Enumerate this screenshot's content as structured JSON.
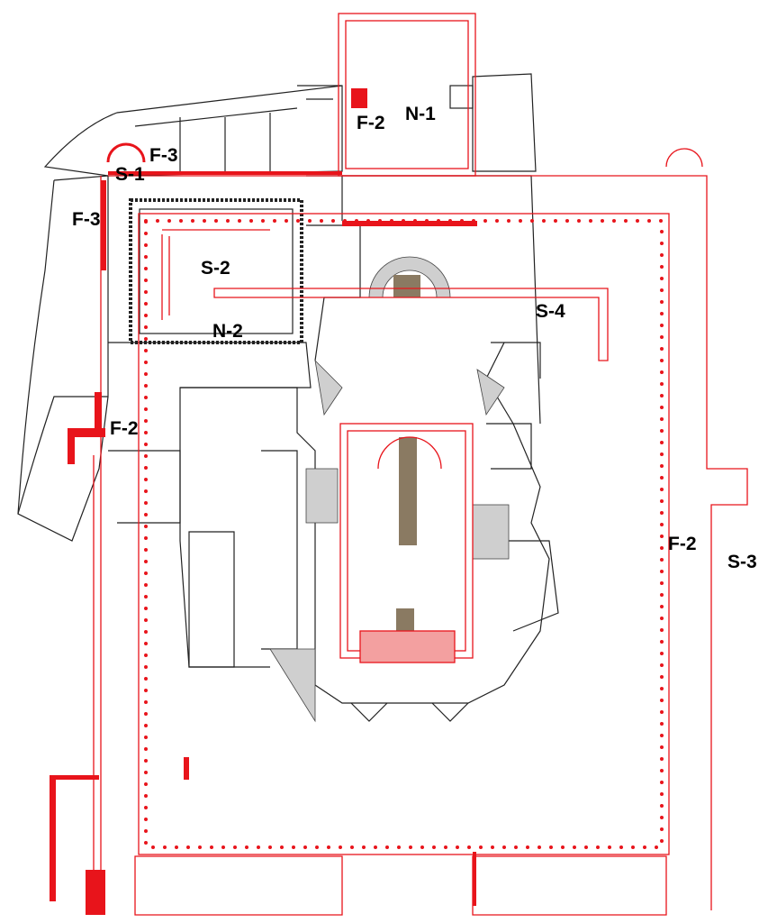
{
  "title": "Archaeological site plan",
  "colors": {
    "phase_red": "#e8141b",
    "structure": "#222222",
    "fill_gray": "#cfcfcf",
    "mosaic": "#8a7a62"
  },
  "labels": {
    "f2_top": "F-2",
    "n1": "N-1",
    "f3_top": "F-3",
    "s1": "S-1",
    "f3_left": "F-3",
    "s2": "S-2",
    "n2": "N-2",
    "s4": "S-4",
    "f2_left": "F-2",
    "f2_right": "F-2",
    "s3": "S-3"
  }
}
